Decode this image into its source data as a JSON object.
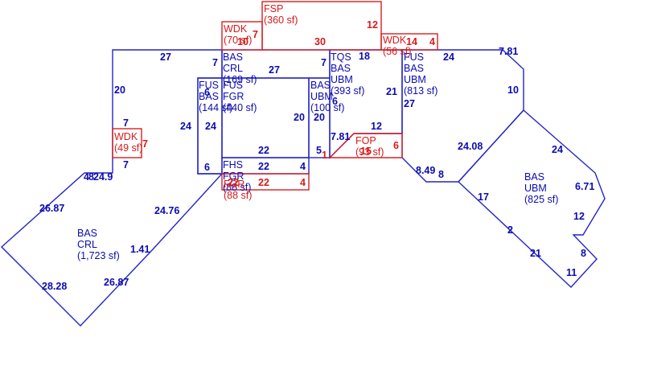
{
  "colors": {
    "main_area": "#2424c8",
    "exterior_area": "#d82020"
  },
  "areas": {
    "bas_crl_big": {
      "code": "BAS",
      "name": "CRL",
      "size": "(1,723 sf)"
    },
    "bas_crl_top": {
      "code": "BAS",
      "name": "CRL",
      "size": "(169 sf)"
    },
    "fus_bas_144": {
      "code": "FUS",
      "name": "BAS",
      "size": "(144 sf)"
    },
    "fus_fgr_440": {
      "code": "FUS",
      "name": "FGR",
      "size": "(440 sf)"
    },
    "bas_ubm_100": {
      "code": "BAS",
      "name": "UBM",
      "size": "(100 sf)"
    },
    "tqs_bas_ubm": {
      "code": "TQS",
      "name": "BAS",
      "name2": "UBM",
      "size": "(393 sf)"
    },
    "fus_bas_ubm": {
      "code": "FUS",
      "name": "BAS",
      "name2": "UBM",
      "size": "(813 sf)"
    },
    "bas_ubm_825": {
      "code": "BAS",
      "name": "UBM",
      "size": "(825 sf)"
    },
    "fhs_fgr": {
      "code": "FHS",
      "name": "FGR",
      "size": "(88 sf)"
    },
    "wdk_49": {
      "code": "WDK",
      "size": "(49 sf)"
    },
    "wdk_70": {
      "code": "WDK",
      "size": "(70 sf)"
    },
    "wdk_56": {
      "code": "WDK",
      "size": "(56 sf)"
    },
    "fsp_360": {
      "code": "FSP",
      "size": "(360 sf)"
    },
    "fop_93": {
      "code": "FOP",
      "size": "(93 sf)"
    },
    "fgr_88": {
      "code": "FGR",
      "size": "(88 sf)"
    }
  },
  "dims": {
    "d27_top": "27",
    "d7_top": "7",
    "d20_left": "20",
    "d7_a": "7",
    "d7_b": "7",
    "d4_left": "4",
    "d8_left": "8",
    "d24_9": "24.9",
    "d26_87_a": "26.87",
    "d24_76": "24.76",
    "d1_41": "1.41",
    "d28_28": "28.28",
    "d26_87_b": "26.87",
    "d6_crl": "6",
    "d27_crl": "27",
    "d7_crl": "7",
    "d24_fus": "24",
    "d24_fgr": "24",
    "d6_fus": "6",
    "d20_fgr": "20",
    "d22_fgr": "22",
    "d22_fhs": "22",
    "d4_fhs": "4",
    "d20_ubm": "20",
    "d5_ubm": "5",
    "d1_ubm": "1",
    "d6_ubm": "6",
    "d18": "18",
    "d21": "21",
    "d12": "12",
    "d7_81_a": "7.81",
    "d27_fus": "27",
    "d24_fus_top": "24",
    "d7_81_b": "7.81",
    "d10": "10",
    "d8_49": "8.49",
    "d8": "8",
    "d24_08": "24.08",
    "d24_825": "24",
    "d6_71": "6.71",
    "d12_825": "12",
    "d17": "17",
    "d2": "2",
    "d21_825": "21",
    "d8_825": "8",
    "d11": "11",
    "r7_wdk49": "7",
    "r7_wdk70": "7",
    "r10_wdk70": "10",
    "r12_fsp": "12",
    "r30_fsp": "30",
    "r14_wdk56": "14",
    "r4_wdk56": "4",
    "r6_fop": "6",
    "r15_fop": "15",
    "r22_fgr": "22",
    "r4_fgr": "4",
    "r22_fgr2": "22"
  }
}
